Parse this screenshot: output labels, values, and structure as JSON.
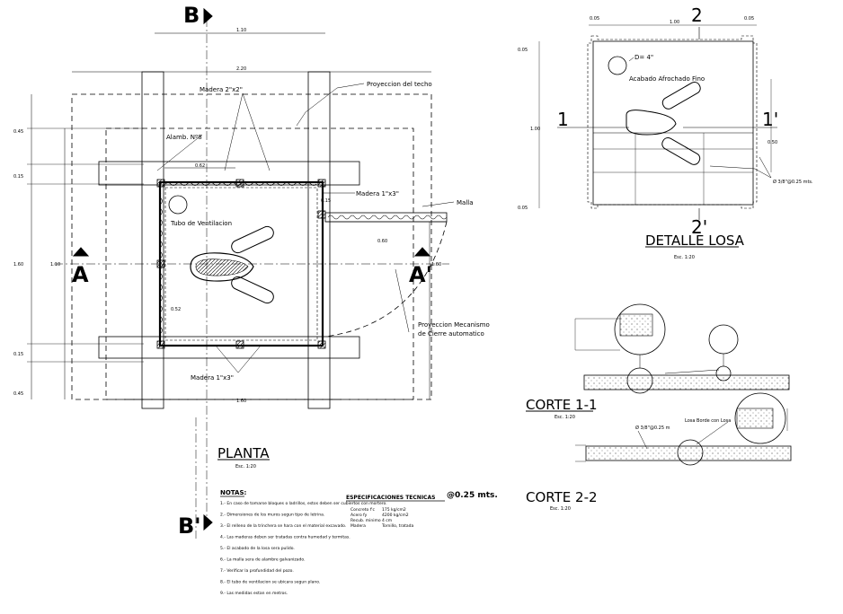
{
  "section_markers": {
    "b": "B",
    "b_prime": "B'",
    "a": "A",
    "a_prime": "A'",
    "one": "1",
    "one_prime": "1'",
    "two": "2",
    "two_prime": "2'"
  },
  "plan": {
    "title": "PLANTA",
    "scale": "Esc. 1:20",
    "labels": {
      "madera_2x2": "Madera 2\"x2\"",
      "proyeccion_techo": "Proyeccion del techo",
      "alambre": "Alamb. Nº8",
      "madera_1x3_top": "Madera 1\"x3\"",
      "malla": "Malla",
      "tubo_ventilacion": "Tubo de Ventilacion",
      "proyeccion_mecanismo_1": "Proyeccion Mecanismo",
      "proyeccion_mecanismo_2": "de Cierre automatico",
      "madera_1x3_bottom": "Madera 1\"x3\""
    },
    "dims": {
      "top_inner": "1.10",
      "top_outer": "2.20",
      "inner_top": "0.62",
      "left_1": "0.45",
      "left_2": "0.15",
      "left_3": "1.60",
      "left_4": "0.15",
      "left_5": "0.45",
      "left_total": "1.10",
      "right_1": "0.60",
      "right_2": "1.60",
      "mid_right": "0.15",
      "mid_left": "0.52",
      "bottom": "1.60"
    }
  },
  "detail": {
    "title": "DETALLE LOSA",
    "scale": "Esc. 1:20",
    "labels": {
      "diam": "D= 4\"",
      "acabado": "Acabado Afrochado Fino",
      "rebar": "Ø 3/8\"@0.25 mts."
    },
    "dims": {
      "top_left": "0.05",
      "top_mid": "1.00",
      "top_right": "0.05",
      "left_top": "0.05",
      "left_mid": "1.00",
      "left_bot": "0.05",
      "right_mid": "0.50"
    }
  },
  "corte11": {
    "title": "CORTE 1-1",
    "scale": "Esc. 1:20"
  },
  "corte22": {
    "title": "CORTE 2-2",
    "scale": "Esc. 1:20",
    "labels": {
      "rebar": "Ø 3/8\"@0.25 m",
      "losa": "Losa Borde con Losa"
    }
  },
  "notes": {
    "heading": "NOTAS:",
    "items": [
      "1.- En caso de tomarse bloques o ladrillos, estos deben ser cubiertos con mortero.",
      "2.- Dimensiones de los muros segun tipo de letrina.",
      "3.- El relleno de la trinchera se hara con el material excavado.",
      "4.- Las maderas deben ser tratadas contra humedad y termitas.",
      "5.- El acabado de la losa sera pulido.",
      "6.- La malla sera de alambre galvanizado.",
      "7.- Verificar la profundidad del pozo.",
      "8.- El tubo de ventilacion se ubicara segun plano.",
      "9.- Las medidas estan en metros."
    ]
  },
  "specs": {
    "heading": "ESPECIFICACIONES TECNICAS",
    "extra": "@0.25 mts.",
    "rows": [
      {
        "k": "Concreto f'c",
        "v": "175 kg/cm2"
      },
      {
        "k": "Acero fy",
        "v": "4200 kg/cm2"
      },
      {
        "k": "Recub. minimo",
        "v": "4 cm"
      },
      {
        "k": "Madera",
        "v": "Tornillo, tratada"
      }
    ]
  }
}
